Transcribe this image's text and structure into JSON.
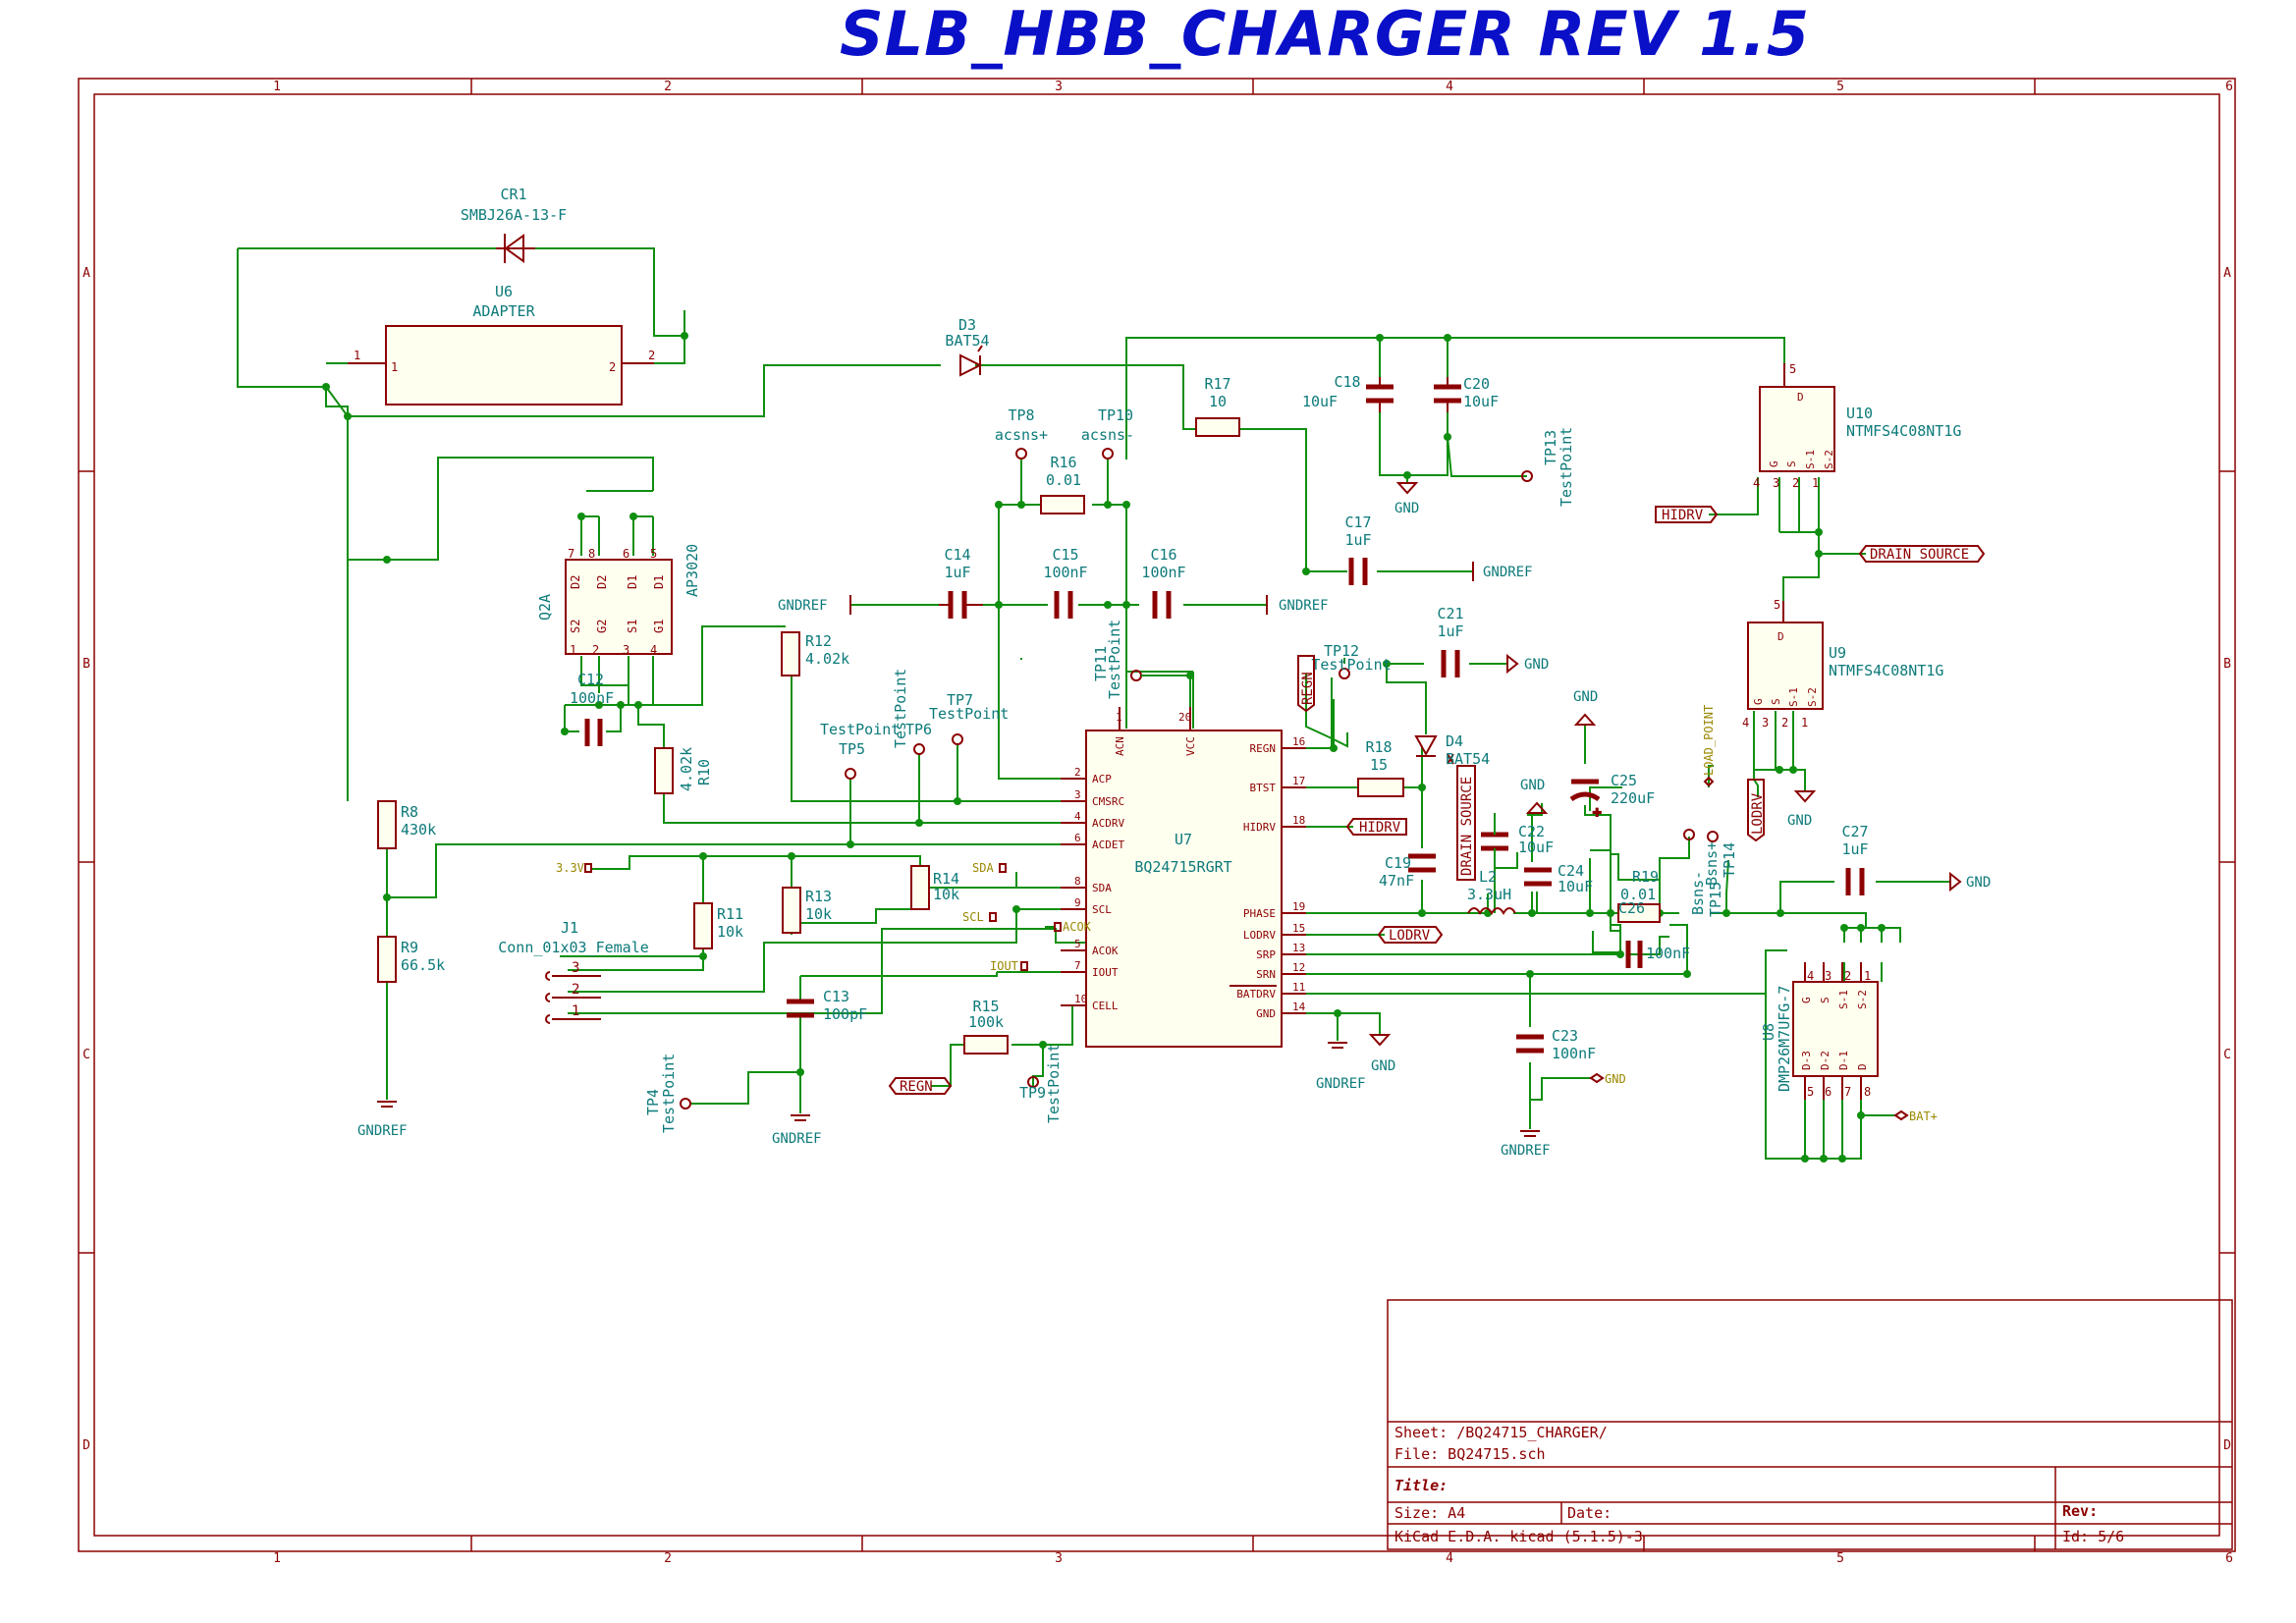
{
  "sheet_title": "SLB_HBB_CHARGER REV 1.5",
  "frame": {
    "columns": [
      "1",
      "2",
      "3",
      "4",
      "5",
      "6"
    ],
    "rows": [
      "A",
      "B",
      "C",
      "D"
    ]
  },
  "components": {
    "cr1": {
      "ref": "CR1",
      "value": "SMBJ26A-13-F"
    },
    "u6": {
      "ref": "U6",
      "value": "ADAPTER",
      "pin1": "1",
      "pin2": "2"
    },
    "d3": {
      "ref": "D3",
      "value": "BAT54"
    },
    "d4": {
      "ref": "D4",
      "value": "BAT54"
    },
    "r17": {
      "ref": "R17",
      "value": "10"
    },
    "r16": {
      "ref": "R16",
      "value": "0.01"
    },
    "r12": {
      "ref": "R12",
      "value": "4.02k"
    },
    "r10": {
      "ref": "R10",
      "value": "4.02k"
    },
    "r8": {
      "ref": "R8",
      "value": "430k"
    },
    "r9": {
      "ref": "R9",
      "value": "66.5k"
    },
    "r11": {
      "ref": "R11",
      "value": "10k"
    },
    "r13": {
      "ref": "R13",
      "value": "10k"
    },
    "r14": {
      "ref": "R14",
      "value": "10k"
    },
    "r15": {
      "ref": "R15",
      "value": "100k"
    },
    "r18": {
      "ref": "R18",
      "value": "15"
    },
    "r19": {
      "ref": "R19",
      "value": "0.01"
    },
    "c12": {
      "ref": "C12",
      "value": "100nF"
    },
    "c13": {
      "ref": "C13",
      "value": "100pF"
    },
    "c14": {
      "ref": "C14",
      "value": "1uF"
    },
    "c15": {
      "ref": "C15",
      "value": "100nF"
    },
    "c16": {
      "ref": "C16",
      "value": "100nF"
    },
    "c17": {
      "ref": "C17",
      "value": "1uF"
    },
    "c18": {
      "ref": "C18",
      "value": "10uF"
    },
    "c19": {
      "ref": "C19",
      "value": "47nF"
    },
    "c20": {
      "ref": "C20",
      "value": "10uF"
    },
    "c21": {
      "ref": "C21",
      "value": "1uF"
    },
    "c22": {
      "ref": "C22",
      "value": "10uF"
    },
    "c23": {
      "ref": "C23",
      "value": "100nF"
    },
    "c24": {
      "ref": "C24",
      "value": "10uF"
    },
    "c25": {
      "ref": "C25",
      "value": "220uF"
    },
    "c26": {
      "ref": "C26",
      "value": "100nF"
    },
    "c27": {
      "ref": "C27",
      "value": "1uF"
    },
    "l2": {
      "ref": "L2",
      "value": "3.3uH"
    },
    "q2a": {
      "ref": "Q2A",
      "value": "AP3020",
      "pins_top": [
        "7",
        "8",
        "6",
        "5"
      ],
      "names_top": [
        "D2",
        "D2",
        "D1",
        "D1"
      ],
      "names_bot": [
        "S2",
        "G2",
        "S1",
        "G1"
      ],
      "pins_bot": [
        "1",
        "2",
        "3",
        "4"
      ]
    },
    "u10": {
      "ref": "U10",
      "value": "NTMFS4C08NT1G",
      "pin_d": "D",
      "pin_d_num": "5",
      "pins": [
        "G",
        "S",
        "S-1",
        "S-2"
      ],
      "pin_nums": [
        "4",
        "3",
        "2",
        "1"
      ]
    },
    "u9": {
      "ref": "U9",
      "value": "NTMFS4C08NT1G",
      "pin_d": "D",
      "pin_d_num": "5",
      "pins": [
        "G",
        "S",
        "S-1",
        "S-2"
      ],
      "pin_nums": [
        "4",
        "3",
        "2",
        "1"
      ]
    },
    "u8": {
      "ref": "U8",
      "value": "DMP26M7UFG-7",
      "pins_top": [
        "G",
        "S",
        "S-1",
        "S-2"
      ],
      "pins_top_num": [
        "4",
        "3",
        "2",
        "1"
      ],
      "pins_bot": [
        "D-3",
        "D-2",
        "D-1",
        "D"
      ],
      "pins_bot_num": [
        "5",
        "6",
        "7",
        "8"
      ]
    },
    "j1": {
      "ref": "J1",
      "value": "Conn_01x03_Female",
      "pins": [
        "3",
        "2",
        "1"
      ]
    },
    "u7": {
      "ref": "U7",
      "value": "BQ24715RGRT",
      "top_pins": [
        {
          "name": "ACN",
          "num": "1"
        },
        {
          "name": "VCC",
          "num": "20"
        }
      ],
      "left_pins": [
        {
          "name": "ACP",
          "num": "2"
        },
        {
          "name": "CMSRC",
          "num": "3"
        },
        {
          "name": "ACDRV",
          "num": "4"
        },
        {
          "name": "ACDET",
          "num": "6"
        },
        {
          "name": "SDA",
          "num": "8"
        },
        {
          "name": "SCL",
          "num": "9"
        },
        {
          "name": "ACOK",
          "num": "5"
        },
        {
          "name": "IOUT",
          "num": "7"
        },
        {
          "name": "CELL",
          "num": "10"
        }
      ],
      "right_pins": [
        {
          "name": "REGN",
          "num": "16"
        },
        {
          "name": "BTST",
          "num": "17"
        },
        {
          "name": "HIDRV",
          "num": "18"
        },
        {
          "name": "PHASE",
          "num": "19"
        },
        {
          "name": "LODRV",
          "num": "15"
        },
        {
          "name": "SRP",
          "num": "13"
        },
        {
          "name": "SRN",
          "num": "12"
        },
        {
          "name": "BATDRV",
          "num": "11"
        },
        {
          "name": "GND",
          "num": "14"
        }
      ]
    }
  },
  "testpoints": {
    "tp4": {
      "ref": "TP4",
      "value": "TestPoint"
    },
    "tp5": {
      "ref": "TP5",
      "value": "TestPoint"
    },
    "tp6": {
      "ref": "TP6",
      "value": "TestPoint"
    },
    "tp7": {
      "ref": "TP7",
      "value": "TestPoint"
    },
    "tp8": {
      "ref": "TP8",
      "value": "acsns+"
    },
    "tp9": {
      "ref": "TP9",
      "value": "TestPoint"
    },
    "tp10": {
      "ref": "TP10",
      "value": "acsns-"
    },
    "tp11": {
      "ref": "TP11",
      "value": "TestPoint"
    },
    "tp12": {
      "ref": "TP12",
      "value": "TestPoint"
    },
    "tp13": {
      "ref": "TP13",
      "value": "TestPoint"
    },
    "tp14": {
      "ref": "TP14",
      "value": "Bsns+"
    },
    "tp15": {
      "ref": "TP15",
      "value": "Bsns-"
    }
  },
  "power": {
    "gnd": "GND",
    "gndref": "GNDREF"
  },
  "labels": {
    "hidrv": "HIDRV",
    "lodrv": "LODRV",
    "drain_source": "DRAIN_SOURCE",
    "regn": "REGN",
    "load_point": "LOAD_POINT",
    "v33": "3.3V",
    "sda": "SDA",
    "scl": "SCL",
    "acok": "ACOK",
    "iout": "IOUT",
    "batp": "BAT+",
    "gnd": "GND"
  },
  "title_block": {
    "sheet": "Sheet: /BQ24715_CHARGER/",
    "file": "File: BQ24715.sch",
    "title": "Title:",
    "size": "Size: A4",
    "date": "Date:",
    "rev": "Rev:",
    "tool": "KiCad E.D.A.  kicad (5.1.5)-3",
    "id": "Id: 5/6"
  }
}
